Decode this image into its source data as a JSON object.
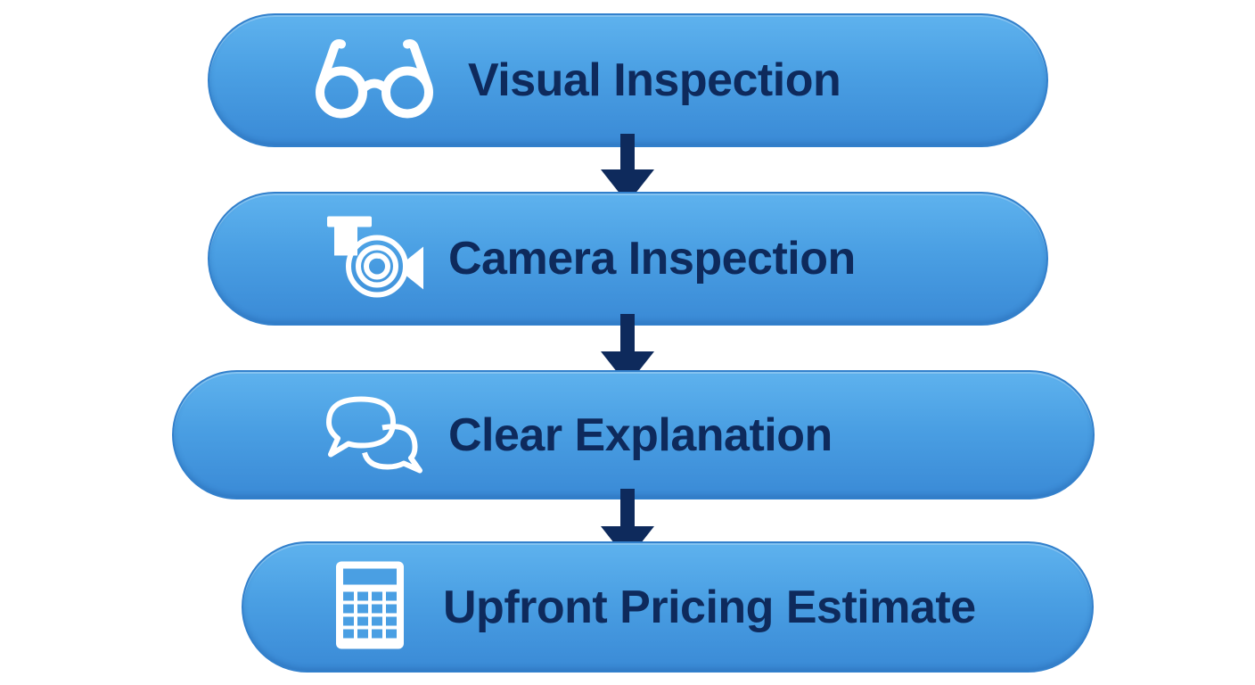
{
  "steps": [
    {
      "label": "Visual Inspection",
      "icon": "glasses-icon"
    },
    {
      "label": "Camera Inspection",
      "icon": "camera-icon"
    },
    {
      "label": "Clear Explanation",
      "icon": "speech-bubbles-icon"
    },
    {
      "label": "Upfront Pricing Estimate",
      "icon": "calculator-icon"
    }
  ],
  "colors": {
    "box_fill": "#4a9fe3",
    "box_border": "#3280cc",
    "text": "#0e2a5c",
    "arrow": "#0e2a5c",
    "icon": "#ffffff"
  }
}
